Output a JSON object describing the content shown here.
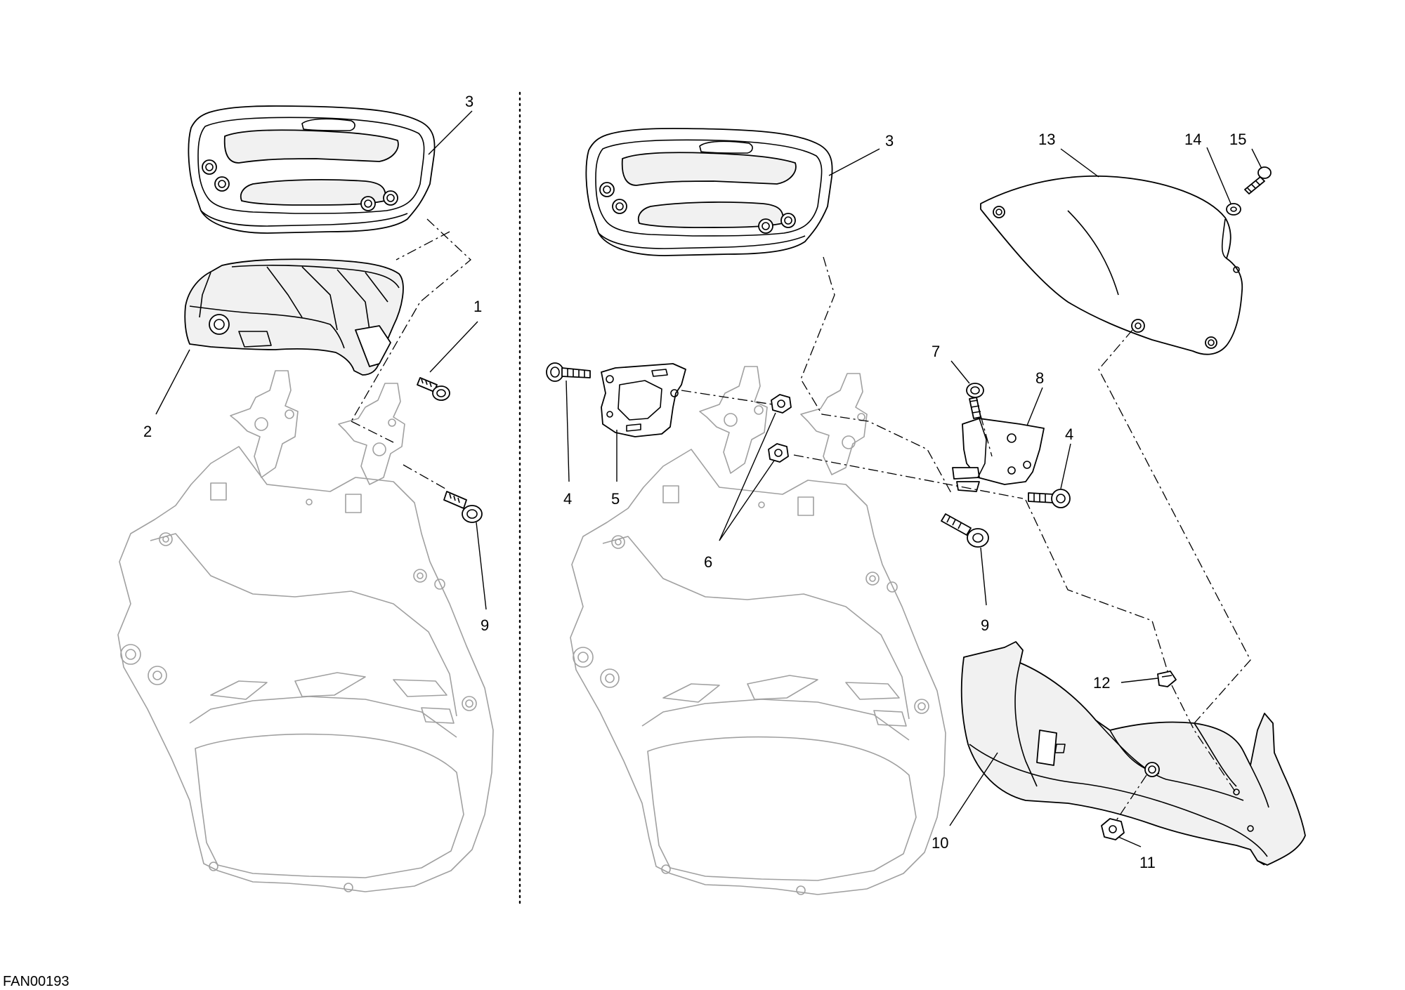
{
  "diagram": {
    "code": "FAN00193",
    "callouts": {
      "left_1": "1",
      "left_2": "2",
      "left_3": "3",
      "left_9": "9",
      "right_3": "3",
      "right_4a": "4",
      "right_4b": "4",
      "right_5": "5",
      "right_6": "6",
      "right_7": "7",
      "right_8": "8",
      "right_9": "9",
      "right_10": "10",
      "right_11": "11",
      "right_12": "12",
      "right_13": "13",
      "right_14": "14",
      "right_15": "15"
    }
  }
}
